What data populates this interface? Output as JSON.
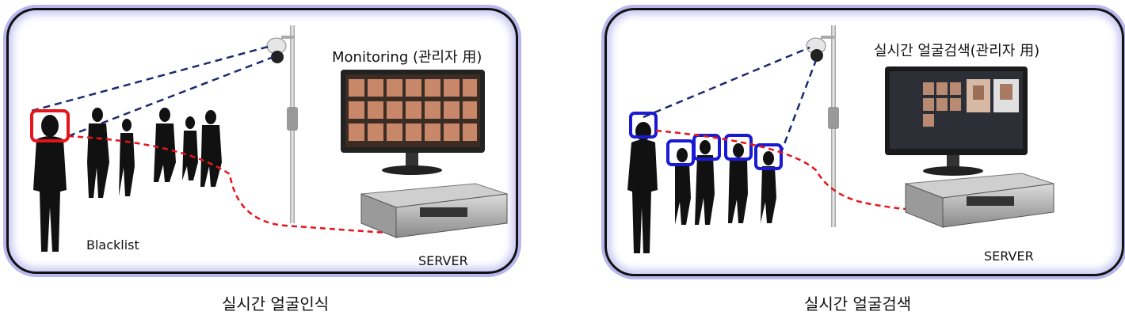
{
  "left_panel": {
    "monitor_label": "Monitoring (관리자 用)",
    "person_label": "Blacklist",
    "server_label": "SERVER",
    "caption": "실시간 얼굴인식"
  },
  "right_panel": {
    "monitor_label": "실시간 얼굴검색(관리자 用)",
    "server_label": "SERVER",
    "caption": "실시간 얼굴검색"
  },
  "colors": {
    "detect_left": "#e8141c",
    "detect_right": "#1a1ad4",
    "sightline": "#1b2a6e",
    "track_path": "#e8141c",
    "panel_glow": "#b9b6ee"
  }
}
